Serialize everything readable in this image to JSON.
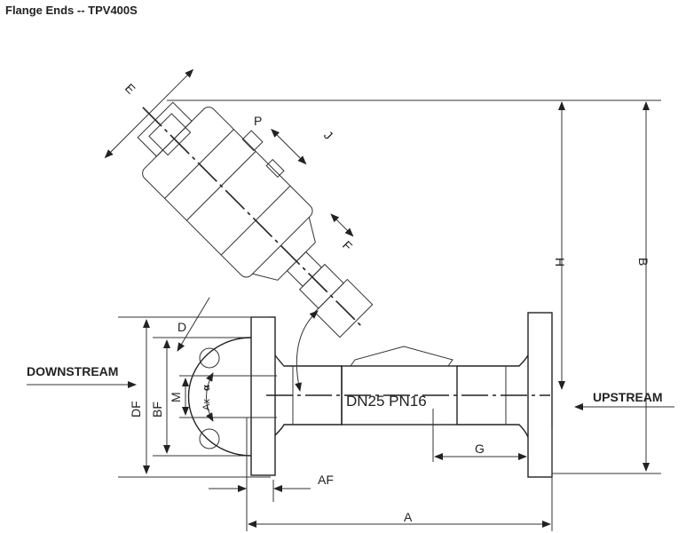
{
  "title": "Flange Ends -- TPV400S",
  "flow": {
    "downstream": "DOWNSTREAM",
    "upstream": "UPSTREAM"
  },
  "body_marking": "DN25  PN16",
  "dimensions": {
    "E": "E",
    "P": "P",
    "J": "J",
    "F": "F",
    "H": "H",
    "B": "B",
    "D": "D",
    "DF": "DF",
    "BF": "BF",
    "M": "M",
    "Ax": "Ax",
    "alpha": "α",
    "AF": "AF",
    "A": "A",
    "G": "G"
  }
}
